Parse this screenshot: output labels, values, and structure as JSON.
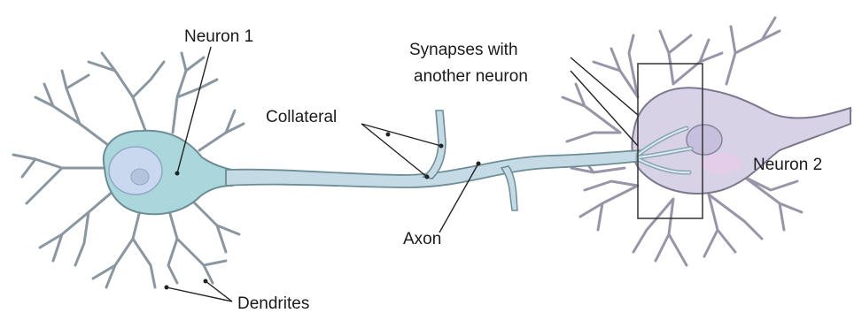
{
  "labels": {
    "neuron1": "Neuron 1",
    "synapses_line1": "Synapses with",
    "synapses_line2": "another neuron",
    "collateral": "Collateral",
    "neuron2": "Neuron 2",
    "axon": "Axon",
    "dendrites": "Dendrites"
  },
  "colors": {
    "neuron1_body": "#a9d7dc",
    "neuron1_outline": "#6f8d96",
    "nucleus": "#c9d8ee",
    "axon_fill": "#c4dbe6",
    "neuron2_body": "#d8d2e6",
    "neuron2_outline": "#7d7890",
    "label_text": "#1a1a1a"
  }
}
